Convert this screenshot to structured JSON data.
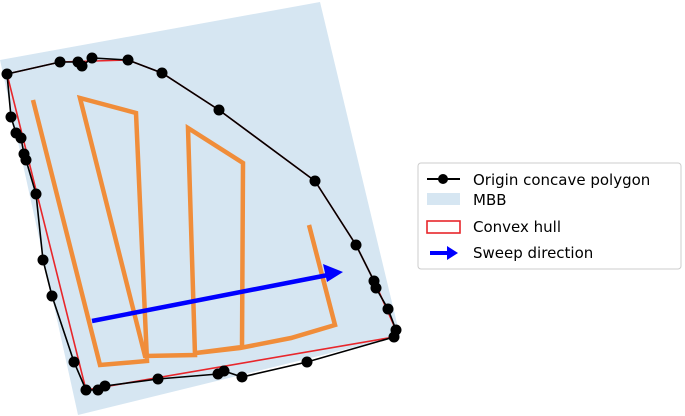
{
  "colors": {
    "mbb": "#d6e6f2",
    "polygon": "#000000",
    "hull": "#e8262b",
    "path": "#f08d3a",
    "arrow": "#0000ff",
    "legend_border": "#cccccc"
  },
  "legend": {
    "polygon_label": "Origin concave polygon",
    "mbb_label": "MBB",
    "hull_label": "Convex hull",
    "arrow_label": "Sweep direction"
  }
}
